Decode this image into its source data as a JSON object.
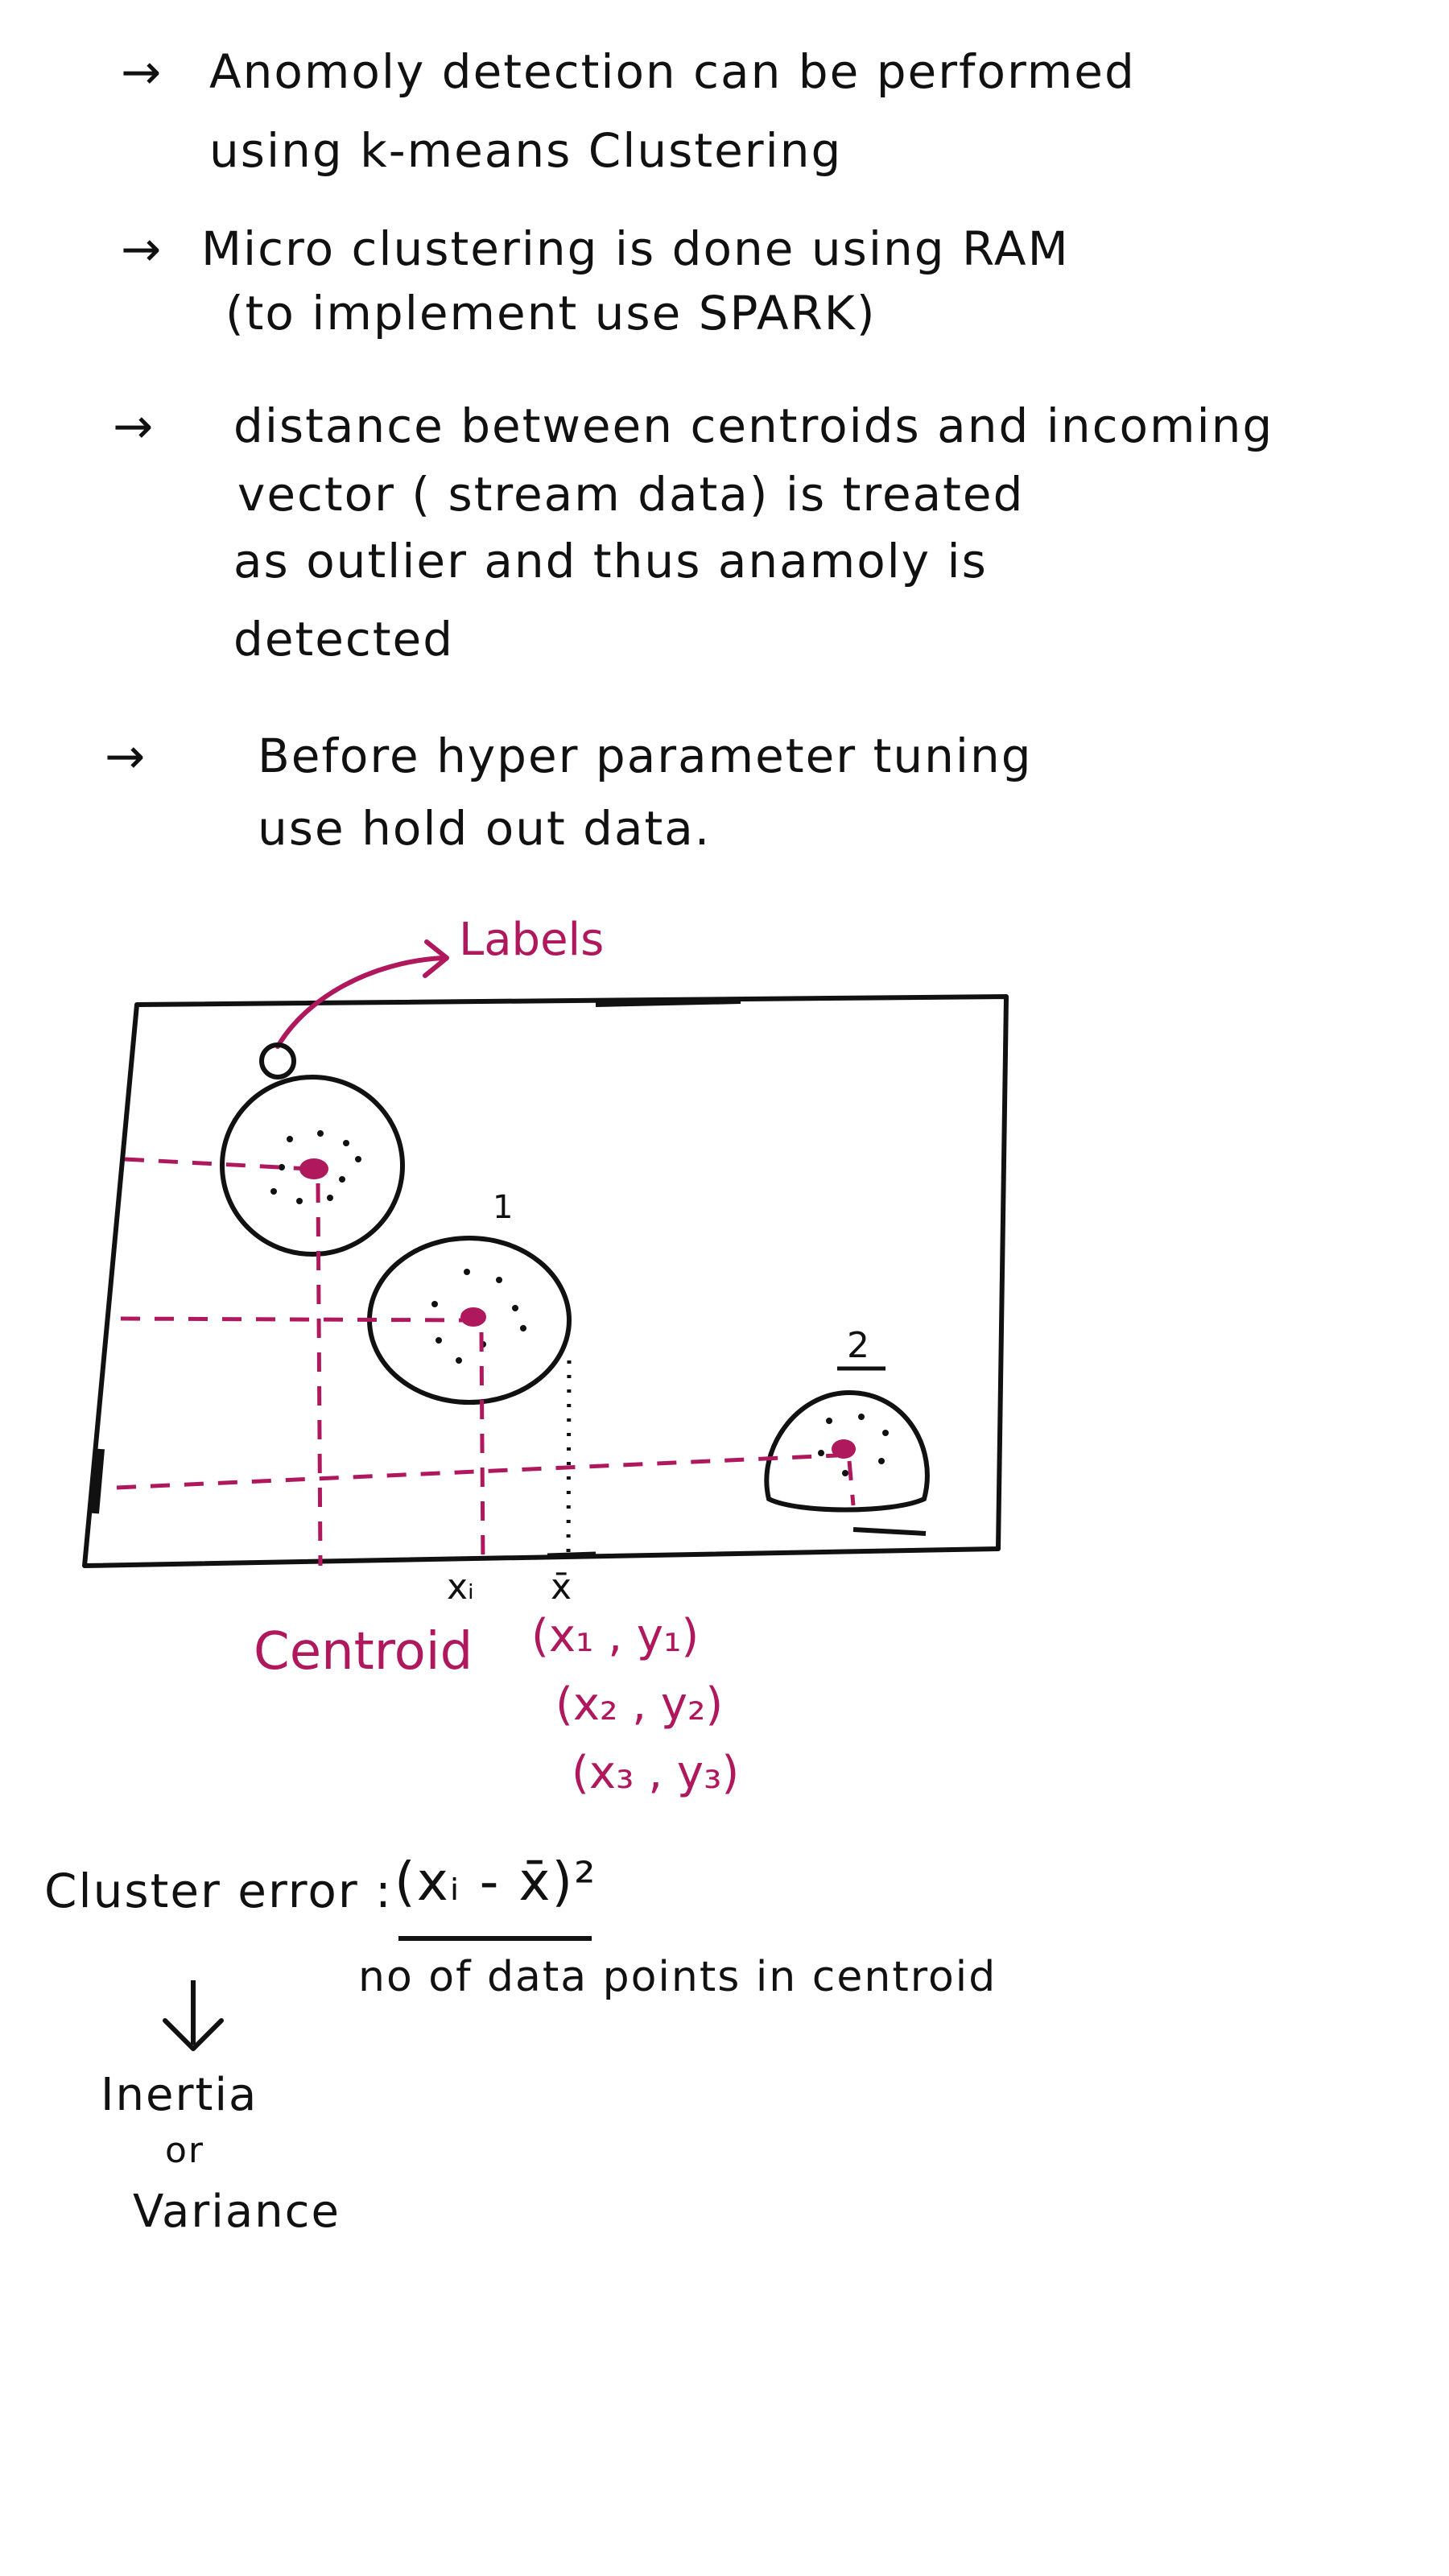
{
  "colors": {
    "ink": "#111111",
    "accent": "#b0185e"
  },
  "bullets": [
    {
      "icon": "arrow-right-icon",
      "lines": [
        "Anomoly detection can be performed",
        "using k-means Clustering"
      ]
    },
    {
      "icon": "arrow-right-icon",
      "lines": [
        "Micro clustering is done using RAM",
        "(to implement use SPARK)"
      ]
    },
    {
      "icon": "arrow-right-icon",
      "lines": [
        "distance between centroids and incoming",
        "vector ( stream data) is treated",
        "as outlier and thus anamoly is",
        "detected"
      ]
    },
    {
      "icon": "arrow-right-icon",
      "lines": [
        "Before hyper parameter tuning",
        "use hold out data."
      ]
    }
  ],
  "diagram": {
    "labels_annotation": "Labels",
    "cluster_labels": [
      "0",
      "1",
      "2"
    ],
    "axis_marks": [
      "xᵢ",
      "x̄"
    ],
    "centroid_label": "Centroid",
    "centroid_coords": [
      "(x₁ , y₁)",
      "(x₂ , y₂)",
      "(x₃ , y₃)"
    ]
  },
  "formula": {
    "label": "Cluster error :",
    "numerator": "(xᵢ - x̄)²",
    "denominator": "no of data points in centroid",
    "result_lines": [
      "Inertia",
      "or",
      "Variance"
    ]
  }
}
